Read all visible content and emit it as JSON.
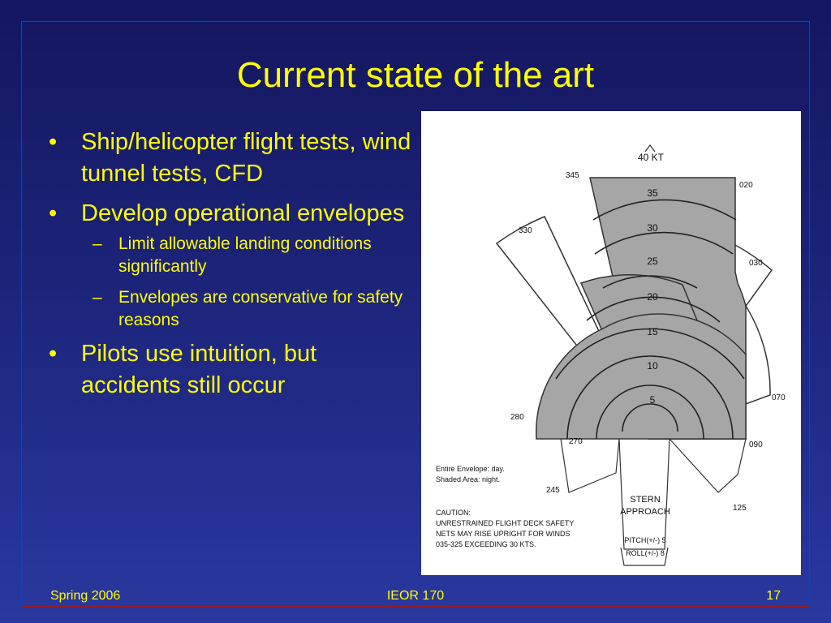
{
  "slide": {
    "title": "Current state of the art",
    "bullets": [
      {
        "level": 1,
        "text": "Ship/helicopter flight tests, wind tunnel tests, CFD"
      },
      {
        "level": 1,
        "text": "Develop operational envelopes"
      },
      {
        "level": 2,
        "text": "Limit allowable landing conditions significantly"
      },
      {
        "level": 2,
        "text": "Envelopes are conservative for safety reasons"
      },
      {
        "level": 1,
        "text": "Pilots use intuition, but accidents still occur"
      }
    ],
    "footer": {
      "left": "Spring 2006",
      "center": "IEOR 170",
      "right": "17"
    }
  },
  "figure": {
    "top_speed": "40 KT",
    "speed_rings": [
      "35",
      "30",
      "25",
      "20",
      "15",
      "10",
      "5"
    ],
    "bearings": [
      "345",
      "020",
      "330",
      "030",
      "070",
      "280",
      "270",
      "090",
      "245",
      "125"
    ],
    "legend": [
      "Entire Envelope: day.",
      "Shaded Area: night."
    ],
    "caution": [
      "CAUTION:",
      "UNRESTRAINED FLIGHT DECK SAFETY",
      "NETS MAY RISE UPRIGHT FOR WINDS",
      "035-325 EXCEEDING 30 KTS."
    ],
    "stern": [
      "STERN",
      "APPROACH"
    ],
    "codes": [
      "PITCH(+/-) 5",
      "ROLL(+/-) 8"
    ],
    "colors": {
      "shaded": "#a6a6a6",
      "outline": "#333333"
    }
  }
}
